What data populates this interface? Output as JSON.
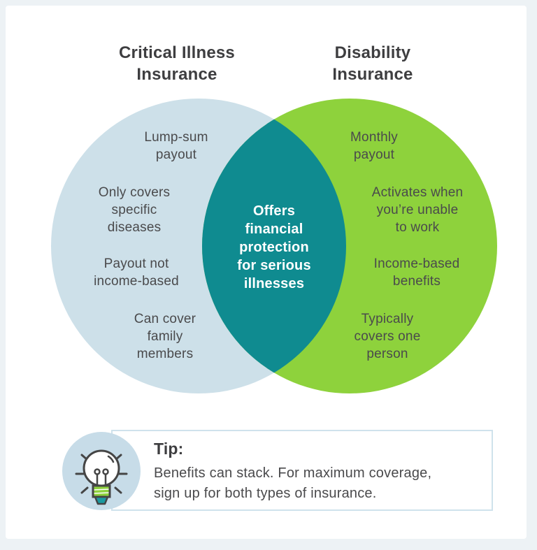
{
  "colors": {
    "page_bg": "#edf2f5",
    "card_bg": "#ffffff",
    "left_circle": "#cde0e9",
    "right_circle": "#8ed23c",
    "overlap": "#0f8b90",
    "heading_text": "#3e3e40",
    "body_text": "#4a4a4c",
    "overlap_text": "#ffffff",
    "tip_border": "#cfe2ec",
    "tip_icon_bg": "#c7dce8",
    "bulb_outline": "#454545",
    "bulb_stripe_green": "#8ed23c",
    "bulb_cap_teal": "#1b9aa0"
  },
  "venn": {
    "left_title": "Critical Illness\nInsurance",
    "right_title": "Disability\nInsurance",
    "left_items": [
      "Lump-sum\npayout",
      "Only covers\nspecific\ndiseases",
      "Payout not\nincome-based",
      "Can cover\nfamily\nmembers"
    ],
    "right_items": [
      "Monthly\npayout",
      "Activates when\nyou’re unable\nto work",
      "Income-based\nbenefits",
      "Typically\ncovers one\nperson"
    ],
    "overlap_text": "Offers\nfinancial\nprotection\nfor serious\nillnesses"
  },
  "tip": {
    "label": "Tip:",
    "text": "Benefits can stack. For maximum coverage,\nsign up for both types of insurance.",
    "icon": "lightbulb-icon"
  }
}
